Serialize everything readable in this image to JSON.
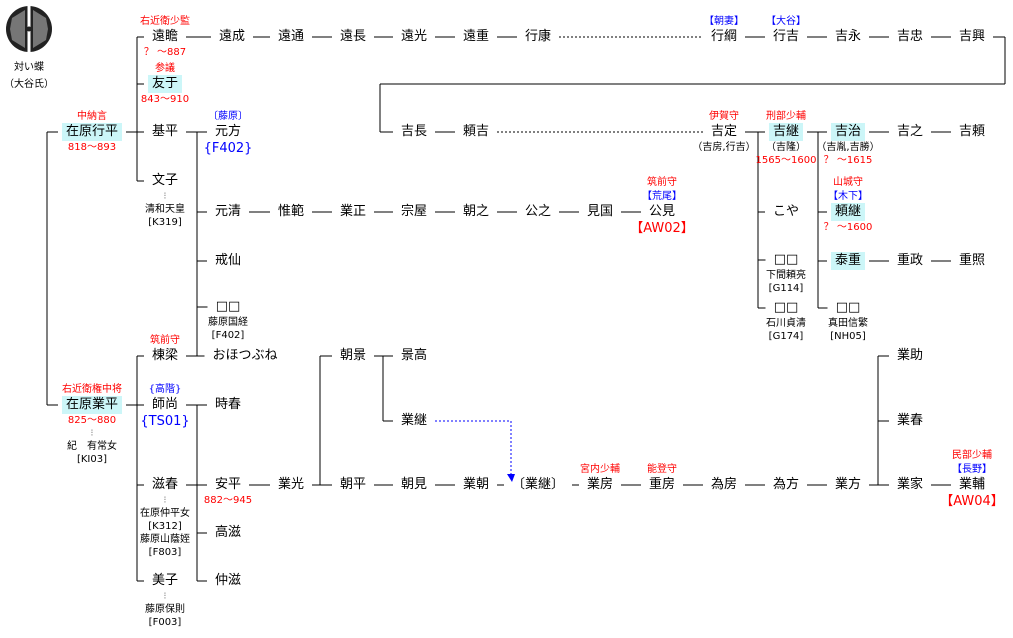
{
  "crest": {
    "name": "対い蝶",
    "clan": "（大谷氏）"
  },
  "colors": {
    "title": "#ff0000",
    "house": "#0000ff",
    "highlight": "#ccf6f8",
    "line": "#000000"
  },
  "nodes": [
    {
      "id": "tosen",
      "name": "遠瞻",
      "above": [
        {
          "t": "右近衛少監",
          "c": "r"
        }
      ],
      "below": [
        {
          "t": "？ ～887",
          "c": "r"
        }
      ]
    },
    {
      "id": "tonari",
      "name": "遠成"
    },
    {
      "id": "tomichi",
      "name": "遠通"
    },
    {
      "id": "tonaga",
      "name": "遠長"
    },
    {
      "id": "tomitsu",
      "name": "遠光"
    },
    {
      "id": "toshige",
      "name": "遠重"
    },
    {
      "id": "yukiyasu",
      "name": "行康"
    },
    {
      "id": "yukitsuna",
      "name": "行綱",
      "above": [
        {
          "t": "【朝妻】",
          "c": "b"
        }
      ]
    },
    {
      "id": "yukiyoshi",
      "name": "行吉",
      "above": [
        {
          "t": "【大谷】",
          "c": "b"
        }
      ]
    },
    {
      "id": "yoshinaga",
      "name": "吉永"
    },
    {
      "id": "yoshitada",
      "name": "吉忠"
    },
    {
      "id": "yoshioki",
      "name": "吉興"
    },
    {
      "id": "tomoyuki",
      "name": "友于",
      "hl": true,
      "above": [
        {
          "t": "参議",
          "c": "r"
        }
      ],
      "below": [
        {
          "t": "843～910",
          "c": "r"
        }
      ]
    },
    {
      "id": "yukihira",
      "name": "在原行平",
      "hl": true,
      "above": [
        {
          "t": "中納言",
          "c": "r"
        }
      ],
      "below": [
        {
          "t": "818～893",
          "c": "r"
        }
      ]
    },
    {
      "id": "motohira",
      "name": "基平"
    },
    {
      "id": "motokata",
      "name": "元方",
      "above": [
        {
          "t": "〔藤原〕",
          "c": "b"
        }
      ],
      "below": [
        {
          "t": "{F402}",
          "c": "b",
          "big": true
        }
      ]
    },
    {
      "id": "yoshinaga2",
      "name": "吉長"
    },
    {
      "id": "yoriyoshi",
      "name": "頼吉"
    },
    {
      "id": "yoshisada",
      "name": "吉定",
      "above": [
        {
          "t": "伊賀守",
          "c": "r"
        }
      ],
      "below": [
        {
          "t": "（吉房,行吉）",
          "c": "k"
        }
      ]
    },
    {
      "id": "yoshitsugu",
      "name": "吉継",
      "hl": true,
      "above": [
        {
          "t": "刑部少輔",
          "c": "r"
        }
      ],
      "below": [
        {
          "t": "（吉隆）",
          "c": "k"
        },
        {
          "t": "1565～1600",
          "c": "r"
        }
      ]
    },
    {
      "id": "yoshiharu",
      "name": "吉治",
      "hl": true,
      "below": [
        {
          "t": "（吉胤,吉勝）",
          "c": "k"
        },
        {
          "t": "？ ～1615",
          "c": "r"
        }
      ]
    },
    {
      "id": "yoshiyuki",
      "name": "吉之"
    },
    {
      "id": "yoshiyori",
      "name": "吉頼"
    },
    {
      "id": "fumiko",
      "name": "文子",
      "below": [
        {
          "t": "⁝",
          "c": "g"
        },
        {
          "t": "清和天皇",
          "c": "k"
        },
        {
          "t": "[K319]",
          "c": "k"
        }
      ]
    },
    {
      "id": "motokiyo",
      "name": "元清"
    },
    {
      "id": "korenori",
      "name": "惟範"
    },
    {
      "id": "narimasa",
      "name": "業正"
    },
    {
      "id": "muneya",
      "name": "宗屋"
    },
    {
      "id": "tomoyuki2",
      "name": "朝之"
    },
    {
      "id": "kimiyuki",
      "name": "公之"
    },
    {
      "id": "mikuni",
      "name": "見国"
    },
    {
      "id": "kimimi",
      "name": "公見",
      "above": [
        {
          "t": "筑前守",
          "c": "r"
        },
        {
          "t": "【荒尾】",
          "c": "b"
        }
      ],
      "below": [
        {
          "t": "【AW02】",
          "c": "r",
          "big": true
        }
      ]
    },
    {
      "id": "koya",
      "name": "こや"
    },
    {
      "id": "yoritsugu",
      "name": "頼継",
      "hl": true,
      "above": [
        {
          "t": "山城守",
          "c": "r"
        },
        {
          "t": "【木下】",
          "c": "b"
        }
      ],
      "below": [
        {
          "t": "？ ～1600",
          "c": "r"
        }
      ]
    },
    {
      "id": "kaisen",
      "name": "戒仙"
    },
    {
      "id": "unk1",
      "name": "□□",
      "below": [
        {
          "t": "藤原国経",
          "c": "k"
        },
        {
          "t": "[F402]",
          "c": "k"
        }
      ]
    },
    {
      "id": "unk2",
      "name": "□□",
      "below": [
        {
          "t": "下間頼亮",
          "c": "k"
        },
        {
          "t": "[G114]",
          "c": "k"
        }
      ]
    },
    {
      "id": "yasushige",
      "name": "泰重",
      "hl": true
    },
    {
      "id": "shigemasa",
      "name": "重政"
    },
    {
      "id": "shigeteru",
      "name": "重照"
    },
    {
      "id": "unk3",
      "name": "□□",
      "below": [
        {
          "t": "石川貞清",
          "c": "k"
        },
        {
          "t": "[G174]",
          "c": "k"
        }
      ]
    },
    {
      "id": "unk4",
      "name": "□□",
      "below": [
        {
          "t": "真田信繁",
          "c": "k"
        },
        {
          "t": "[NH05]",
          "c": "k"
        }
      ]
    },
    {
      "id": "muneyana",
      "name": "棟梁",
      "above": [
        {
          "t": "筑前守",
          "c": "r"
        }
      ]
    },
    {
      "id": "ohotsubune",
      "name": "おほつぶね"
    },
    {
      "id": "tomokage",
      "name": "朝景"
    },
    {
      "id": "kagetaka",
      "name": "景高"
    },
    {
      "id": "narisuke",
      "name": "業助"
    },
    {
      "id": "narihira",
      "name": "在原業平",
      "hl": true,
      "above": [
        {
          "t": "右近衛権中将",
          "c": "r"
        }
      ],
      "below": [
        {
          "t": "825～880",
          "c": "r"
        },
        {
          "t": "⁝",
          "c": "g"
        },
        {
          "t": "紀　有常女",
          "c": "k"
        },
        {
          "t": "[KI03]",
          "c": "k"
        }
      ]
    },
    {
      "id": "morohisa",
      "name": "師尚",
      "above": [
        {
          "t": "{高階}",
          "c": "b"
        }
      ],
      "below": [
        {
          "t": "{TS01}",
          "c": "b",
          "big": true
        }
      ]
    },
    {
      "id": "tokiharu",
      "name": "時春"
    },
    {
      "id": "naritsugu",
      "name": "業継"
    },
    {
      "id": "nariharu",
      "name": "業春"
    },
    {
      "id": "shigeharu",
      "name": "滋春",
      "below": [
        {
          "t": "⁝",
          "c": "g"
        },
        {
          "t": "在原仲平女",
          "c": "k"
        },
        {
          "t": "[K312]",
          "c": "k"
        },
        {
          "t": "藤原山蔭姪",
          "c": "k"
        },
        {
          "t": "[F803]",
          "c": "k"
        }
      ]
    },
    {
      "id": "yasuhira",
      "name": "安平",
      "below": [
        {
          "t": "882～945",
          "c": "r"
        }
      ]
    },
    {
      "id": "narimitsu",
      "name": "業光"
    },
    {
      "id": "tomohira",
      "name": "朝平"
    },
    {
      "id": "tomomi",
      "name": "朝見"
    },
    {
      "id": "naritomo",
      "name": "業朝"
    },
    {
      "id": "naritsugu2",
      "name": "〔業継〕"
    },
    {
      "id": "narifusa",
      "name": "業房",
      "above": [
        {
          "t": "宮内少輔",
          "c": "r"
        }
      ]
    },
    {
      "id": "shigefusa",
      "name": "重房",
      "above": [
        {
          "t": "能登守",
          "c": "r"
        }
      ]
    },
    {
      "id": "tamefusa",
      "name": "為房"
    },
    {
      "id": "tamekata",
      "name": "為方"
    },
    {
      "id": "narikata",
      "name": "業方"
    },
    {
      "id": "nariie",
      "name": "業家"
    },
    {
      "id": "narisuke2",
      "name": "業輔",
      "above": [
        {
          "t": "民部少輔",
          "c": "r"
        },
        {
          "t": "【長野】",
          "c": "b"
        }
      ],
      "below": [
        {
          "t": "【AW04】",
          "c": "r",
          "big": true
        }
      ]
    },
    {
      "id": "takashige",
      "name": "高滋"
    },
    {
      "id": "nakashige",
      "name": "仲滋"
    },
    {
      "id": "yoshiko",
      "name": "美子",
      "below": [
        {
          "t": "⁝",
          "c": "g"
        },
        {
          "t": "藤原保則",
          "c": "k"
        },
        {
          "t": "[F003]",
          "c": "k"
        }
      ]
    }
  ]
}
